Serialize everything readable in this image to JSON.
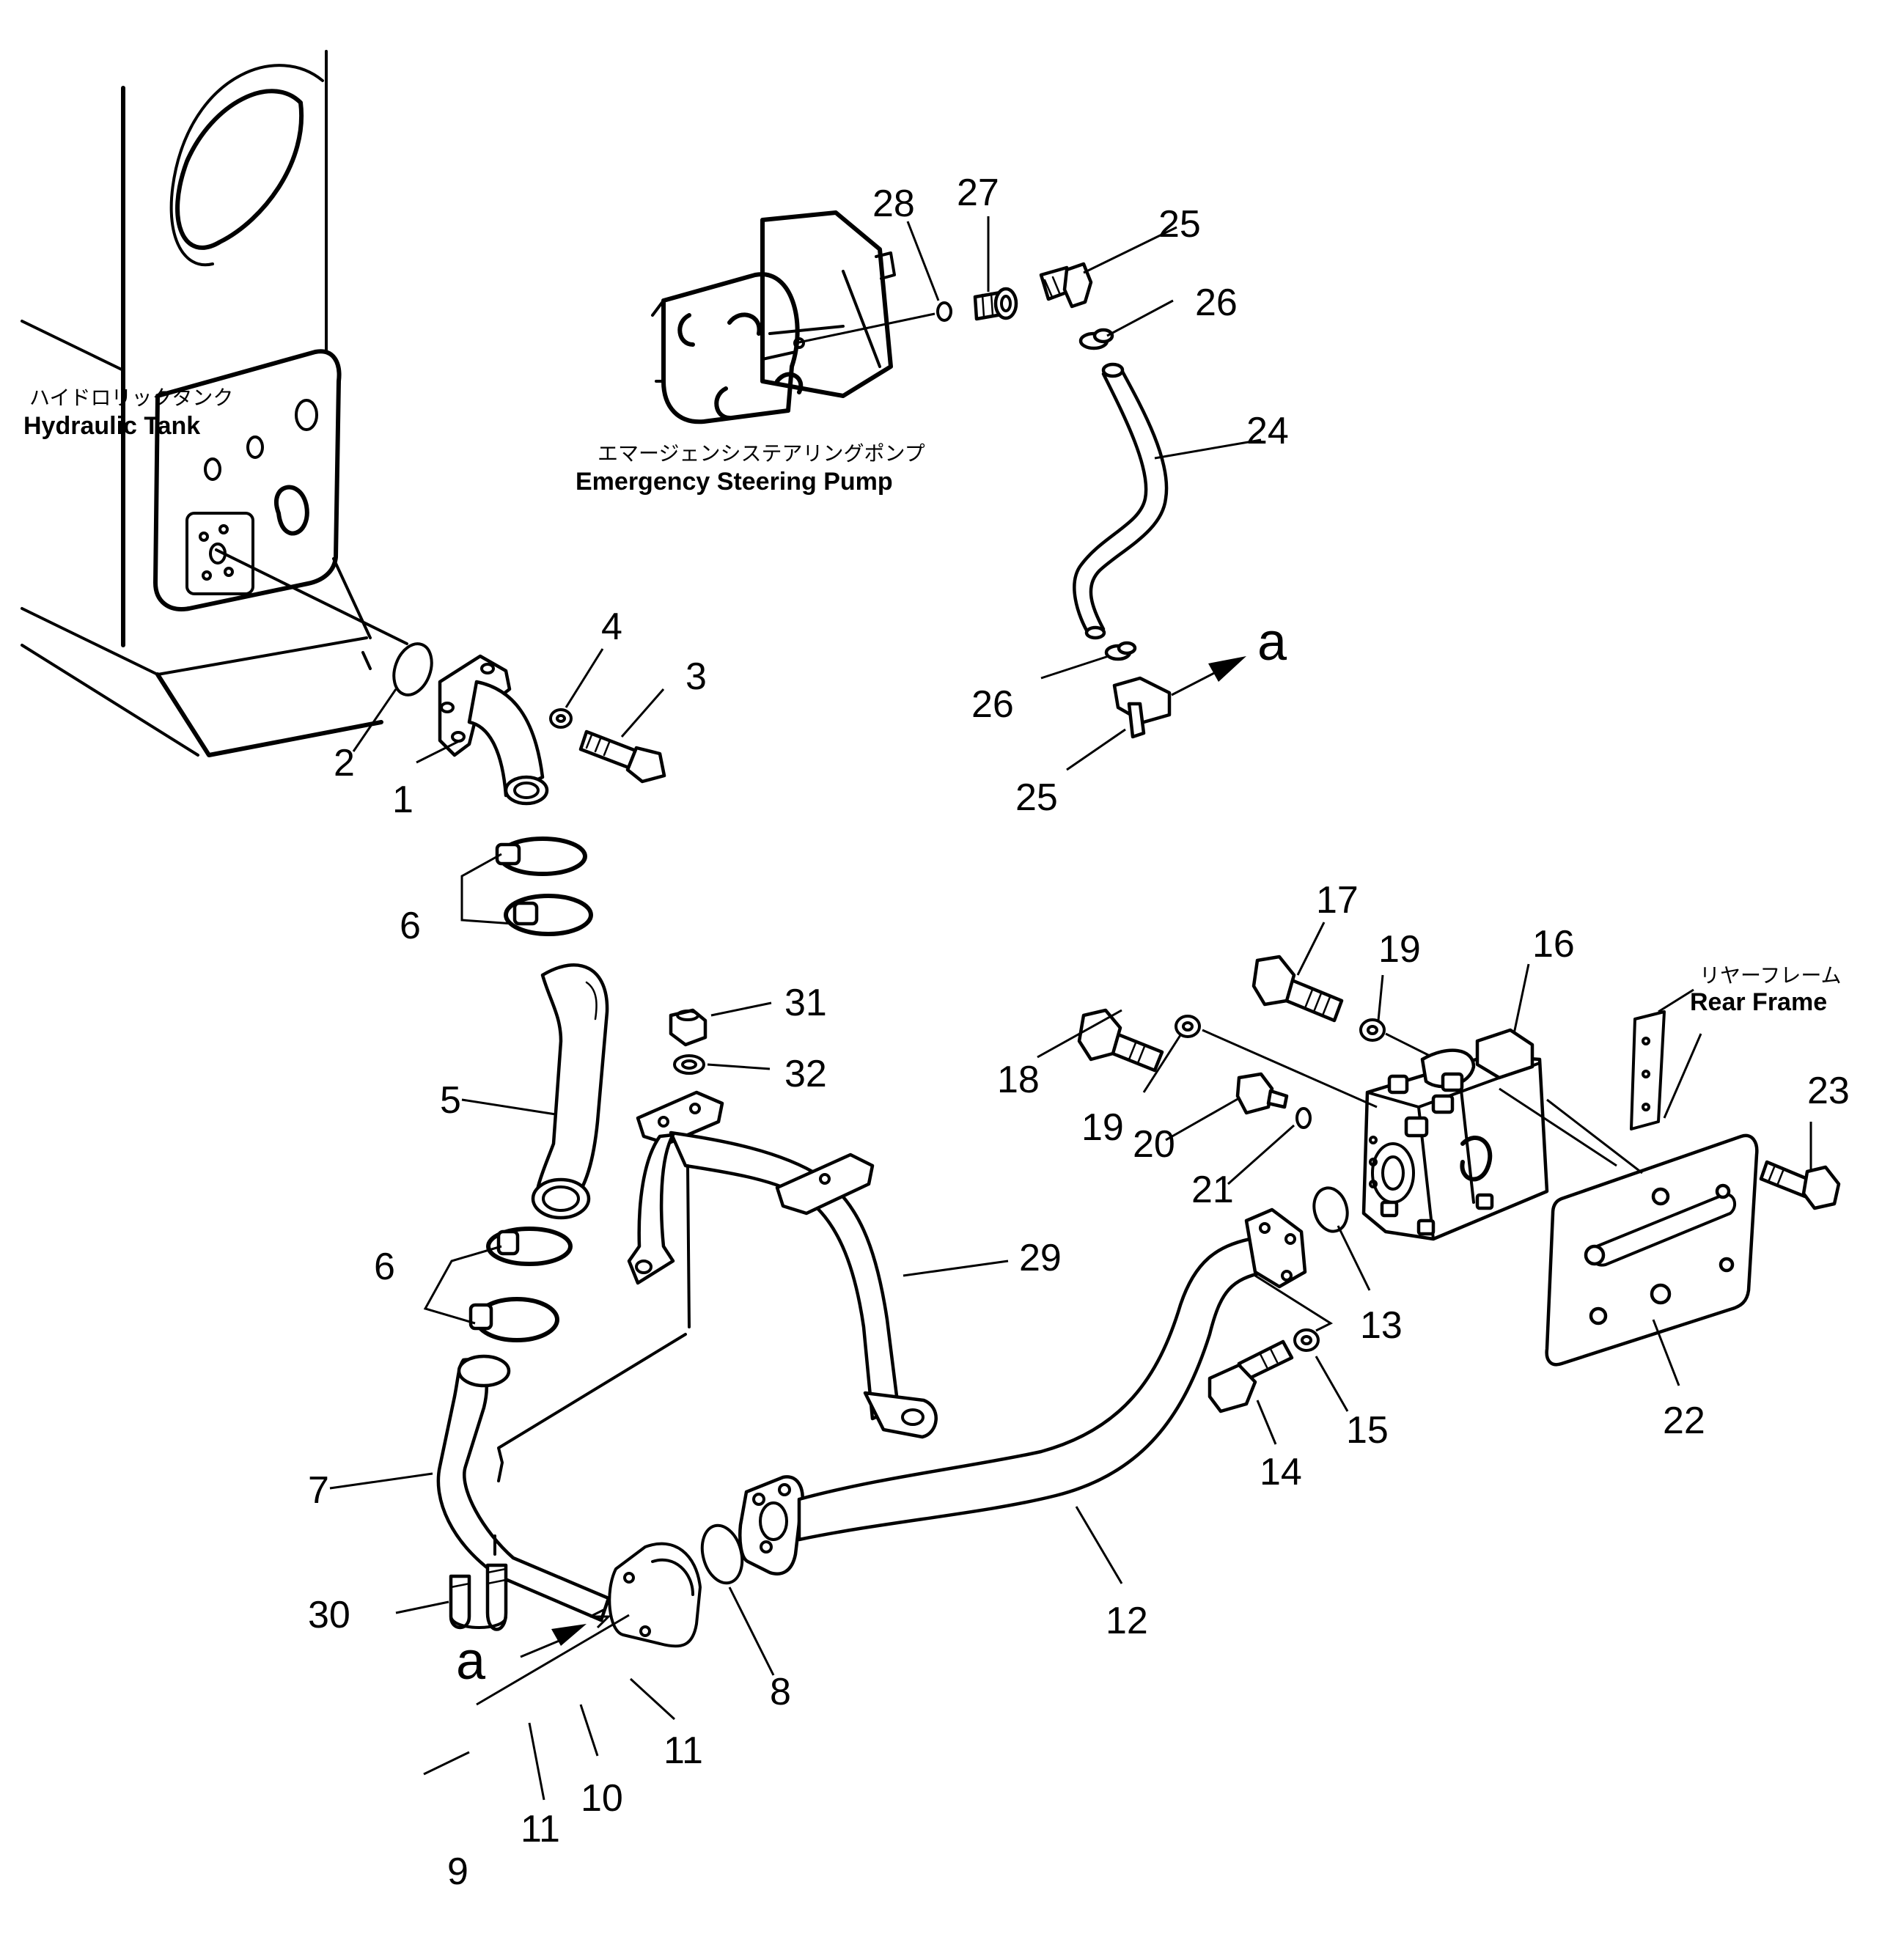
{
  "labels": {
    "hydraulic_tank_jp": "ハイドロリックタンク",
    "hydraulic_tank_en": "Hydraulic  Tank",
    "pump_jp": "エマージェンシステアリングポンプ",
    "pump_en": "Emergency  Steering  Pump",
    "rear_frame_jp": "リヤーフレーム",
    "rear_frame_en": "Rear  Frame"
  },
  "refs": {
    "top": "a",
    "bottom": "a"
  },
  "callouts": {
    "c1": "1",
    "c2": "2",
    "c3": "3",
    "c4": "4",
    "c5": "5",
    "c6a": "6",
    "c6b": "6",
    "c7": "7",
    "c8": "8",
    "c9": "9",
    "c10": "10",
    "c11a": "11",
    "c11b": "11",
    "c12": "12",
    "c13": "13",
    "c14": "14",
    "c15": "15",
    "c16": "16",
    "c17": "17",
    "c18": "18",
    "c19a": "19",
    "c19b": "19",
    "c20": "20",
    "c21": "21",
    "c22": "22",
    "c23": "23",
    "c24": "24",
    "c25a": "25",
    "c25b": "25",
    "c26a": "26",
    "c26b": "26",
    "c27": "27",
    "c28": "28",
    "c29": "29",
    "c30": "30",
    "c31": "31",
    "c32": "32"
  }
}
